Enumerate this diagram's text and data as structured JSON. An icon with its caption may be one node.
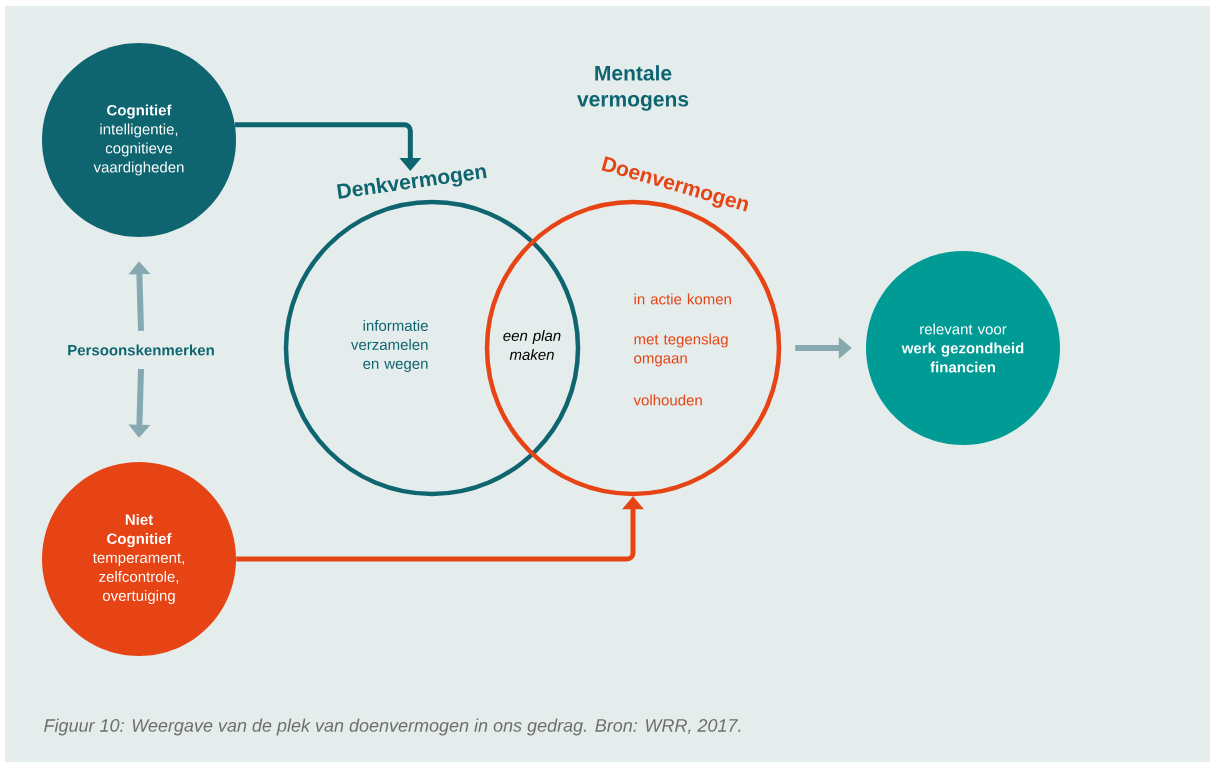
{
  "diagram": {
    "title": "Mentale vermogens",
    "caption": "Figuur 10: Weergave van de plek van doenvermogen in ons gedrag. Bron: WRR, 2017.",
    "nodes": [
      {
        "text": [
          "Cognitief",
          "intelligentie, cognitieve vaardigheden"
        ]
      },
      {
        "text": [
          "Persoonskenmerken"
        ]
      },
      {
        "text": [
          "Niet Cognitief",
          "temperament, zelfcontrole, overtuiging"
        ]
      },
      {
        "text": [
          "Denkvermogen",
          "informatie verzamelen en wegen"
        ]
      },
      {
        "text": [
          "Doenvermogen",
          "in actie komen",
          "met tegenslag omgaan",
          "volhouden"
        ]
      },
      {
        "text": [
          "relevant voor **werk gezondheid financien**"
        ]
      }
    ],
    "edges": [
      {
        "from": 0,
        "to": 3,
        "arrow": "to",
        "color": "#0e6570"
      },
      {
        "from": 1,
        "to": 0,
        "arrow": "to"
      },
      {
        "from": 1,
        "to": 2,
        "arrow": "to"
      },
      {
        "from": 2,
        "to": 4,
        "arrow": "to",
        "color": "#e64415"
      },
      {
        "from": 4,
        "to": 5,
        "arrow": "to"
      }
    ],
    "labels": [
      "een plan maken"
    ]
  }
}
